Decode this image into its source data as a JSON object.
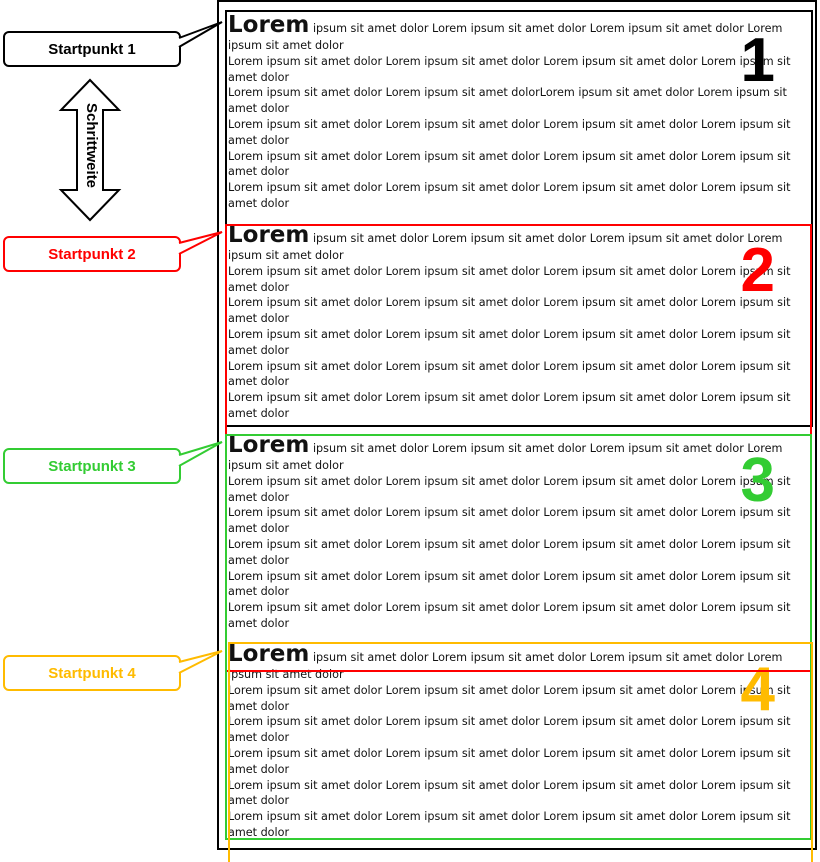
{
  "callouts": [
    {
      "label": "Startpunkt 1",
      "color": "#000000"
    },
    {
      "label": "Startpunkt 2",
      "color": "#ff0000"
    },
    {
      "label": "Startpunkt 3",
      "color": "#33cc33"
    },
    {
      "label": "Startpunkt 4",
      "color": "#ffbb00"
    }
  ],
  "step_label": "Schrittweite",
  "blocks": [
    {
      "number": "1",
      "color": "#000000",
      "lorem_word": "Lorem",
      "first_line_rest": "ipsum sit amet dolor Lorem ipsum sit amet dolor Lorem ipsum sit amet dolor Lorem ipsum sit amet dolor",
      "lines": [
        "Lorem ipsum sit amet dolor Lorem ipsum sit amet dolor Lorem ipsum sit amet dolor Lorem ipsum sit amet dolor",
        "Lorem ipsum sit amet dolor Lorem ipsum sit amet dolorLorem ipsum sit amet dolor Lorem ipsum sit amet dolor",
        "Lorem ipsum sit amet dolor Lorem ipsum sit amet dolor Lorem ipsum sit amet dolor Lorem ipsum sit amet dolor",
        "Lorem ipsum sit amet dolor Lorem ipsum sit amet dolor Lorem ipsum sit amet dolor Lorem ipsum sit amet dolor",
        "Lorem ipsum sit amet dolor Lorem ipsum sit amet dolor Lorem ipsum sit amet dolor Lorem ipsum sit amet dolor"
      ]
    },
    {
      "number": "2",
      "color": "#ff0000",
      "lorem_word": "Lorem",
      "first_line_rest": "ipsum sit amet dolor Lorem ipsum sit amet dolor Lorem ipsum sit amet dolor Lorem ipsum sit amet dolor",
      "lines": [
        "Lorem ipsum sit amet dolor Lorem ipsum sit amet dolor Lorem ipsum sit amet dolor Lorem ipsum sit amet dolor",
        "Lorem ipsum sit amet dolor Lorem ipsum sit amet dolor Lorem ipsum sit amet dolor Lorem ipsum sit amet dolor",
        "Lorem ipsum sit amet dolor Lorem ipsum sit amet dolor Lorem ipsum sit amet dolor Lorem ipsum sit amet dolor",
        "Lorem ipsum sit amet dolor Lorem ipsum sit amet dolor Lorem ipsum sit amet dolor Lorem ipsum sit amet dolor",
        "Lorem ipsum sit amet dolor Lorem ipsum sit amet dolor Lorem ipsum sit amet dolor Lorem ipsum sit amet dolor"
      ]
    },
    {
      "number": "3",
      "color": "#33cc33",
      "lorem_word": "Lorem",
      "first_line_rest": "ipsum sit amet dolor Lorem ipsum sit amet dolor Lorem ipsum sit amet dolor Lorem ipsum sit amet dolor",
      "lines": [
        "Lorem ipsum sit amet dolor Lorem ipsum sit amet dolor Lorem ipsum sit amet dolor Lorem ipsum sit amet dolor",
        "Lorem ipsum sit amet dolor Lorem ipsum sit amet dolor Lorem ipsum sit amet dolor Lorem ipsum sit amet dolor",
        "Lorem ipsum sit amet dolor Lorem ipsum sit amet dolor Lorem ipsum sit amet dolor Lorem ipsum sit amet dolor",
        "Lorem ipsum sit amet dolor Lorem ipsum sit amet dolor Lorem ipsum sit amet dolor Lorem ipsum sit amet dolor",
        "Lorem ipsum sit amet dolor Lorem ipsum sit amet dolor Lorem ipsum sit amet dolor Lorem ipsum sit amet dolor"
      ]
    },
    {
      "number": "4",
      "color": "#ffbb00",
      "lorem_word": "Lorem",
      "first_line_rest": "ipsum sit amet dolor Lorem ipsum sit amet dolor Lorem ipsum sit amet dolor Lorem ipsum sit amet dolor",
      "lines": [
        "Lorem ipsum sit amet dolor Lorem ipsum sit amet dolor Lorem ipsum sit amet dolor Lorem ipsum sit amet dolor",
        "Lorem ipsum sit amet dolor Lorem ipsum sit amet dolor Lorem ipsum sit amet dolor Lorem ipsum sit amet dolor",
        "Lorem ipsum sit amet dolor Lorem ipsum sit amet dolor Lorem ipsum sit amet dolor Lorem ipsum sit amet dolor",
        "Lorem ipsum sit amet dolor Lorem ipsum sit amet dolor Lorem ipsum sit amet dolor Lorem ipsum sit amet dolor",
        "Lorem ipsum sit amet dolor Lorem ipsum sit amet dolor Lorem ipsum sit amet dolor Lorem ipsum sit amet dolor"
      ]
    }
  ]
}
